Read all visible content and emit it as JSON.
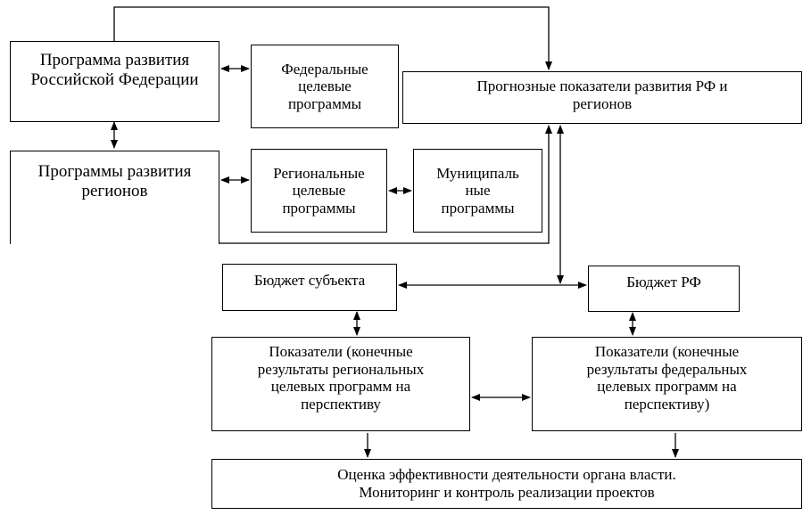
{
  "diagram": {
    "nodes": {
      "prog_rf": "Программа развития\nРоссийской Федерации",
      "fed_programs": "Федеральные\nцелевые\nпрограммы",
      "forecast": "Прогнозные  показатели развития РФ и\nрегионов",
      "prog_regions": "Программы развития\nрегионов",
      "reg_programs": "Региональные\nцелевые\nпрограммы",
      "mun_programs": "Муниципаль\nные\nпрограммы",
      "budget_subject": "Бюджет субъекта",
      "budget_rf": "Бюджет РФ",
      "ind_regional": "Показатели (конечные\nрезультаты региональных\nцелевых программ на\nперспективу",
      "ind_federal": "Показатели (конечные\nрезультаты федеральных\nцелевых программ на\nперспективу)",
      "evaluation": "Оценка эффективности деятельности органа власти.\nМониторинг и контроль реализации проектов"
    },
    "colors": {
      "line": "#000000",
      "background": "#ffffff"
    }
  }
}
